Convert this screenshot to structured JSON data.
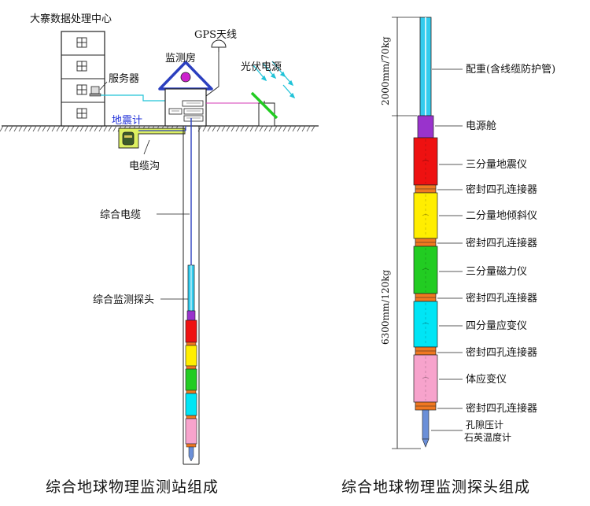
{
  "left": {
    "data_center_label": "大寨数据处理中心",
    "server_label": "服务器",
    "monitor_room_label": "监测房",
    "gps_label": "GPS天线",
    "solar_label": "光伏电源",
    "seismometer_label": "地震计",
    "cable_trench_label": "电缆沟",
    "composite_cable_label": "综合电缆",
    "probe_label": "综合监测探头",
    "caption": "综合地球物理监测站组成"
  },
  "right": {
    "depth_top_label": "2000mm/70kg",
    "depth_bottom_label": "6300mm/120kg",
    "components": [
      "配重(含线缆防护管)",
      "电源舱",
      "三分量地震仪",
      "密封四孔连接器",
      "二分量地倾斜仪",
      "密封四孔连接器",
      "三分量磁力仪",
      "密封四孔连接器",
      "四分量应变仪",
      "密封四孔连接器",
      "体应变仪",
      "密封四孔连接器"
    ],
    "pore_label": "孔隙压计",
    "quartz_label": "石英温度计",
    "caption": "综合地球物理监测探头组成"
  },
  "colors": {
    "counterweight": "#33ccee",
    "power": "#9933cc",
    "seismo3": "#ee1111",
    "tilt2": "#ffee00",
    "magnet3": "#22cc22",
    "strain4": "#00e5f5",
    "volstrain": "#f7a3cc",
    "connector": "#f07820",
    "tip": "#6b8fd8",
    "trench": "#ddf060",
    "roof": "#2b3fbf"
  }
}
